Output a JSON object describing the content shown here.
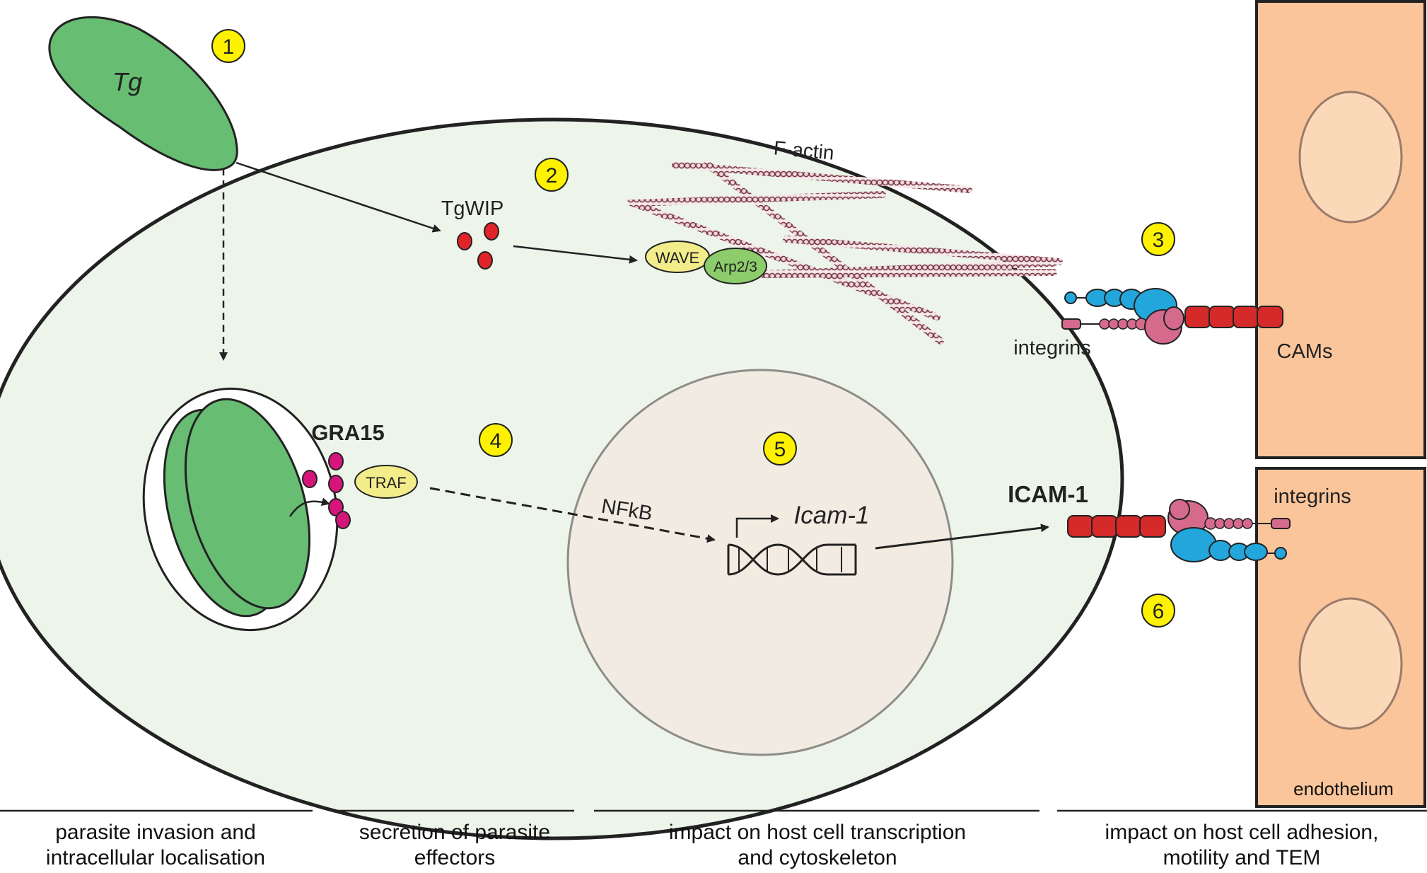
{
  "labels": {
    "tg": "Tg",
    "tgwip": "TgWIP",
    "f_actin": "F-actin",
    "wave": "WAVE",
    "arp": "Arp2/3",
    "integrins_top": "integrins",
    "cams": "CAMs",
    "gra15": "GRA15",
    "traf": "TRAF",
    "nfkb": "NFkB",
    "icam_gene": "Icam-1",
    "icam_protein": "ICAM-1",
    "integrins_bottom": "integrins",
    "endothelium": "endothelium"
  },
  "steps": [
    "1",
    "2",
    "3",
    "4",
    "5",
    "6"
  ],
  "captions": [
    "parasite invasion and\nintracellular localisation",
    "secretion of parasite\neffectors",
    "impact on host cell transcription\nand cytoskeleton",
    "impact on host cell adhesion,\nmotility and TEM"
  ],
  "colors": {
    "host_cell": "#edf4ea",
    "parasite": "#67bd72",
    "nucleus": "#f1ebe1",
    "endothelium": "#fac59a",
    "badge": "#fff200",
    "actin": "#8a4a55",
    "tgwip_dots": "#e0242a",
    "gra15_dots": "#d6157a",
    "integrin_blue": "#22a6dc",
    "integrin_pink": "#d56a8c",
    "cam_red": "#d42a2a"
  }
}
